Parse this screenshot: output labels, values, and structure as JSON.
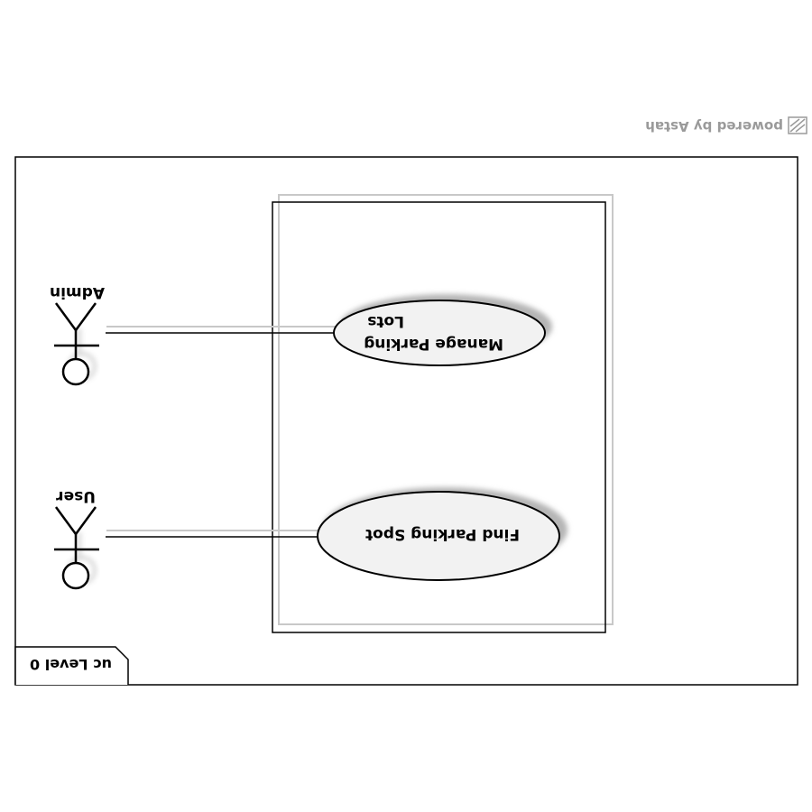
{
  "diagram": {
    "watermark": "powered by Astah",
    "frame_label": "uc Level 0",
    "actors": [
      {
        "name": "Admin"
      },
      {
        "name": "User"
      }
    ],
    "use_cases": [
      {
        "line1": "Manage Parking",
        "line2": "Lots"
      },
      {
        "line1": "Find Parking Spot",
        "line2": ""
      }
    ],
    "colors": {
      "stroke": "#000000",
      "usecase_fill": "#f2f2f2",
      "shadow": "#b5b5b5",
      "watermark": "#9a9a9a",
      "background": "#ffffff"
    }
  }
}
